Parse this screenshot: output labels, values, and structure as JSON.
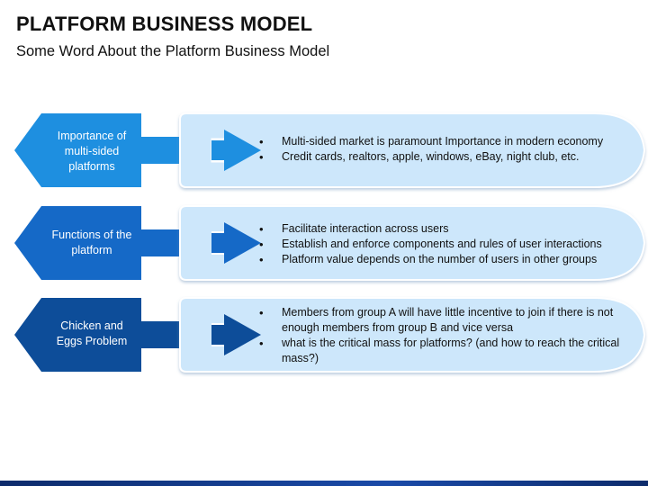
{
  "header": {
    "title": "PLATFORM BUSINESS MODEL",
    "subtitle": "Some Word About the Platform Business Model"
  },
  "colors": {
    "row1": "#1e8fe0",
    "row2": "#1569c7",
    "row3": "#0d4d99",
    "panel": "#cde7fb"
  },
  "rows": [
    {
      "label": "Importance of multi-sided platforms",
      "bullets": [
        "Multi-sided market is paramount Importance in modern economy",
        "Credit cards, realtors, apple, windows, eBay, night club, etc."
      ]
    },
    {
      "label": "Functions of the platform",
      "bullets": [
        "Facilitate interaction across users",
        "Establish and enforce components and rules of user interactions",
        "Platform value depends on the number of users in other groups"
      ]
    },
    {
      "label": "Chicken and Eggs Problem",
      "bullets": [
        "Members from group A will have little incentive to join if there is not enough members from group B and vice versa",
        "what is the critical mass for platforms? (and how to reach the critical mass?)"
      ]
    }
  ]
}
